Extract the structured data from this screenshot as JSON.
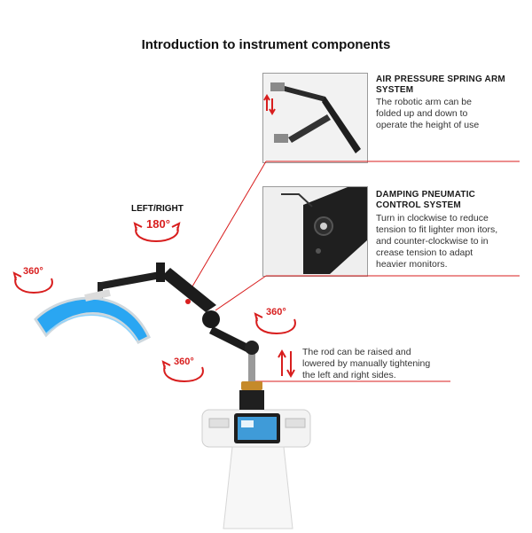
{
  "title": "Introduction to instrument components",
  "callouts": {
    "spring_arm": {
      "heading": "AIR PRESSURE SPRING ARM SYSTEM",
      "lines": [
        "The robotic arm can be",
        "folded up and down to",
        "operate the height of use"
      ]
    },
    "damping": {
      "heading": "DAMPING PNEUMATIC CONTROL SYSTEM",
      "lines": [
        "Turn in clockwise to reduce",
        "tension to fit lighter mon itors,",
        "and counter-clockwise to in",
        "crease tension to adapt",
        "heavier monitors."
      ]
    },
    "rod": {
      "lines": [
        "The rod can be raised and",
        "lowered by manually tightening",
        "the left and right sides."
      ]
    }
  },
  "labels": {
    "left_right": "LEFT/RIGHT",
    "rot_180": "180°",
    "rot_360_panel": "360°",
    "rot_360_joint": "360°",
    "rot_360_base": "360°"
  },
  "colors": {
    "accent_red": "#d81e1e",
    "led_blue": "#2aa6f2",
    "arm_black": "#1c1c1c"
  }
}
